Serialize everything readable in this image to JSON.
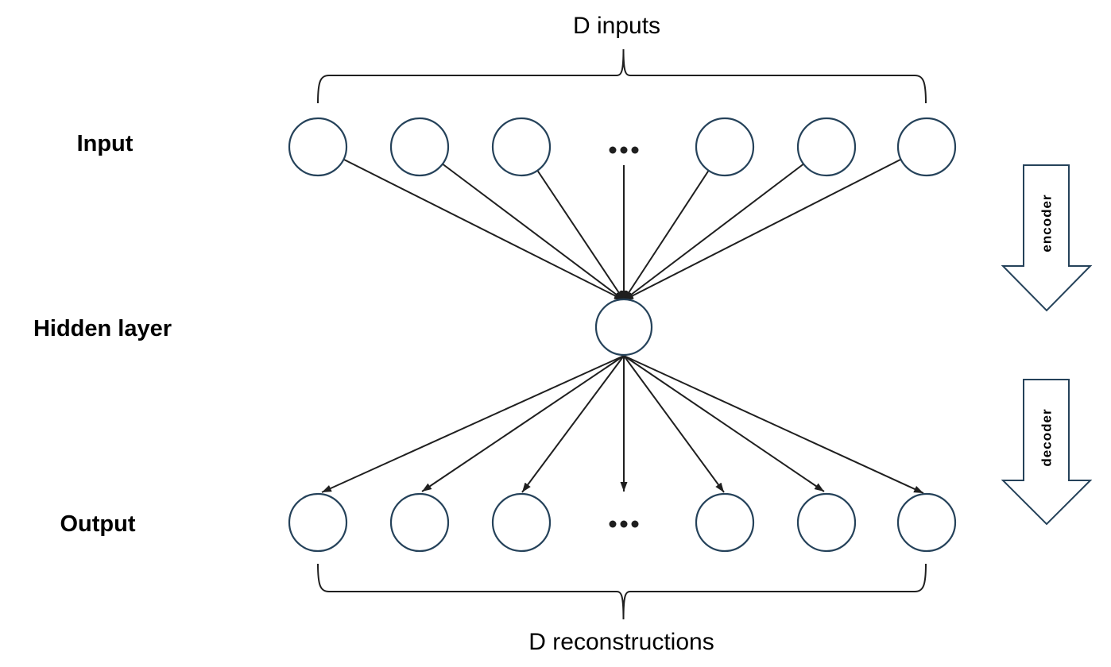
{
  "diagram": {
    "type": "autoencoder-network-diagram",
    "top_brace_label": "D inputs",
    "bottom_brace_label": "D reconstructions",
    "layers": {
      "input_label": "Input",
      "hidden_label": "Hidden layer",
      "output_label": "Output"
    },
    "side_arrows": {
      "encoder_label": "encoder",
      "decoder_label": "decoder"
    },
    "counts": {
      "visible_input_nodes": 6,
      "hidden_nodes": 1,
      "visible_output_nodes": 6
    },
    "colors": {
      "node_stroke": "#25425a",
      "connector": "#1f1f1f",
      "text": "#000000",
      "background": "#ffffff"
    }
  }
}
